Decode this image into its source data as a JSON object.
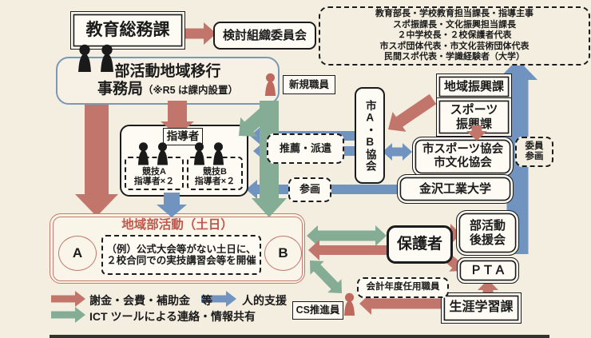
{
  "colors": {
    "pink": "#c2766b",
    "blue": "#7094bf",
    "green": "#85ad96",
    "club_border": "#c4786e",
    "club_text": "#bf574b",
    "office_border": "#7b99b5",
    "background": "#f3eee0",
    "person_black": "#1a1a1a",
    "person_red": "#bf695e"
  },
  "top": {
    "general_affairs": "教育総務課",
    "review_committee": "検討組織委員会",
    "members_line1": "教育部長・学校教育担当課長・指導主事",
    "members_line2": "スポ振課長・文化振興担当課長",
    "members_line3": "２中学校長・２校保護者代表",
    "members_line4": "市スポ団体代表・市文化芸術団体代表",
    "members_line5": "民間スポ代表・学識経験者（大学）"
  },
  "office": {
    "line1": "部活動地域移行",
    "line2": "事務局",
    "note": "（※R5 は課内設置）",
    "new_staff": "新規職員"
  },
  "instructors": {
    "title": "指導者",
    "group_a_line1": "競技A",
    "group_a_line2": "指導者×２",
    "group_b_line1": "競技B",
    "group_b_line2": "指導者×２"
  },
  "flow_labels": {
    "recommend_dispatch": "推薦・派遣",
    "participation": "参画",
    "committee_join_line1": "委員",
    "committee_join_line2": "参画"
  },
  "right_column": {
    "city_ab_assoc": "市A・B協会",
    "regional_dev": "地域振興課",
    "sports_div_line1": "スポーツ",
    "sports_div_line2": "振興課",
    "city_sports_line1": "市スポーツ協会",
    "city_sports_line2": "市文化協会",
    "university": "金沢工業大学"
  },
  "club": {
    "title": "地域部活動（土日）",
    "circle_a": "A",
    "circle_b": "B",
    "note_line1": "（例）公式大会等がない土日に、",
    "note_line2": "２校合同での実技講習会等を開催"
  },
  "bottom_right": {
    "guardians": "保護者",
    "support_line1": "部活動",
    "support_line2": "後援会",
    "pta": "ＰＴＡ",
    "lifelong_learning": "生涯学習課",
    "fiscal_year_staff": "会計年度任用職員",
    "cs_promoter": "CS推進員"
  },
  "legend": {
    "pink": "謝金・会費・補助金　等",
    "blue": "人的支援",
    "green": "ICT ツールによる連絡・情報共有"
  }
}
